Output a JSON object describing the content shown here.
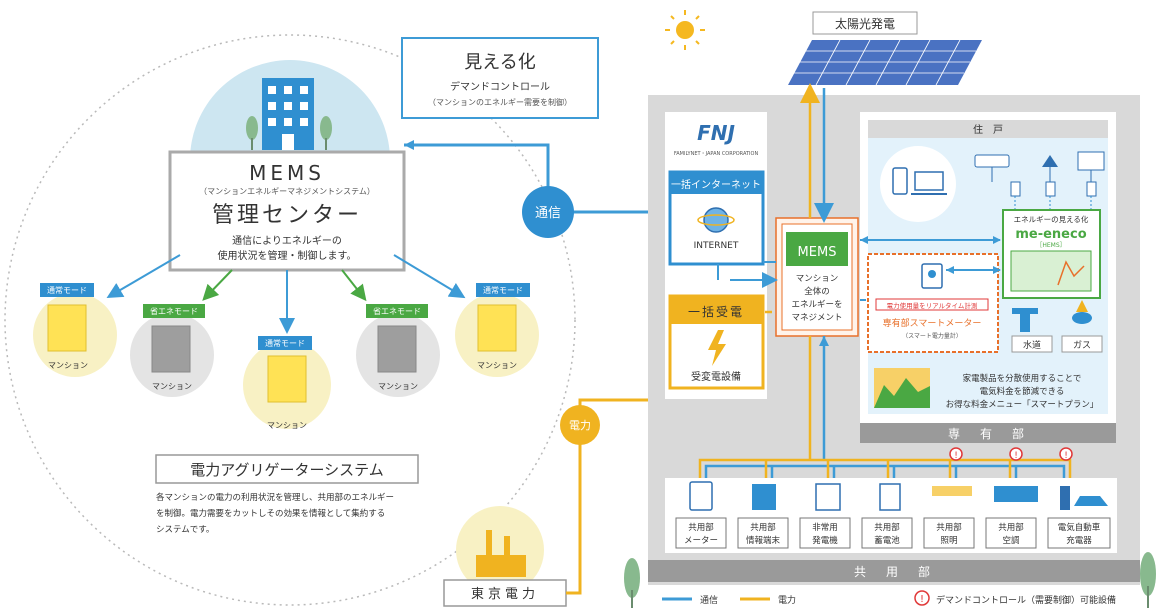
{
  "visibility": {
    "title": "見える化",
    "line1": "デマンドコントロール",
    "line2": "（マンションのエネルギー需要を制御）"
  },
  "mems_center": {
    "title": "MEMS",
    "subtitle": "（マンションエネルギーマネジメントシステム）",
    "name": "管理センター",
    "desc1": "通信によりエネルギーの",
    "desc2": "使用状況を管理・制御します。"
  },
  "communication_label": "通信",
  "power_label": "電力",
  "buildings": [
    {
      "mode": "通常モード",
      "label": "マンション"
    },
    {
      "mode": "省エネモード",
      "label": "マンション"
    },
    {
      "mode": "通常モード",
      "label": "マンション"
    },
    {
      "mode": "省エネモード",
      "label": "マンション"
    },
    {
      "mode": "通常モード",
      "label": "マンション"
    }
  ],
  "aggregator": {
    "title": "電力アグリゲーターシステム",
    "desc1": "各マンションの電力の利用状況を管理し、共用部のエネルギー",
    "desc2": "を制御。電力需要をカットしその効果を情報として集約する",
    "desc3": "システムです。"
  },
  "tepco": "東京電力",
  "solar": "太陽光発電",
  "fnj": {
    "logo": "FNJ",
    "company": "FAMILYNET・JAPAN CORPORATION"
  },
  "internet": {
    "title": "一括インターネット",
    "label": "INTERNET"
  },
  "bulk_power": {
    "title": "一括受電",
    "label": "受変電設備"
  },
  "mems_box": {
    "title": "MEMS",
    "l1": "マンション",
    "l2": "全体の",
    "l3": "エネルギーを",
    "l4": "マネジメント"
  },
  "dwelling": {
    "header": "住　戸",
    "footer": "専　有　部"
  },
  "meeneco": {
    "caption": "エネルギーの見える化",
    "logo": "me-eneco",
    "sub": "［HEMS］"
  },
  "smart_meter": {
    "note": "電力使用量をリアルタイム計測",
    "title": "専有部スマートメーター",
    "sub": "（スマート電力量計）"
  },
  "utilities": {
    "water": "水道",
    "gas": "ガス"
  },
  "smart_plan": {
    "l1": "家電製品を分散使用することで",
    "l2": "電気料金を節減できる",
    "l3": "お得な料金メニュー「スマートプラン」"
  },
  "common": {
    "footer": "共　用　部",
    "items": [
      {
        "l1": "共用部",
        "l2": "メーター"
      },
      {
        "l1": "共用部",
        "l2": "情報端末"
      },
      {
        "l1": "非常用",
        "l2": "発電機"
      },
      {
        "l1": "共用部",
        "l2": "蓄電池"
      },
      {
        "l1": "共用部",
        "l2": "照明"
      },
      {
        "l1": "共用部",
        "l2": "空調"
      },
      {
        "l1": "電気自動車",
        "l2": "充電器"
      }
    ]
  },
  "legend": {
    "comm": "通信",
    "power": "電力",
    "demand": "デマンドコントロール（需要制御）可能設備"
  },
  "colors": {
    "comm": "#3d9bd6",
    "power": "#f0b320",
    "green": "#4aa843",
    "orange": "#e8702a",
    "red": "#e03838",
    "grayBg": "#d9d9d9",
    "lightBlue": "#e3f2fb",
    "yellowCircle": "#f8f1c4"
  }
}
